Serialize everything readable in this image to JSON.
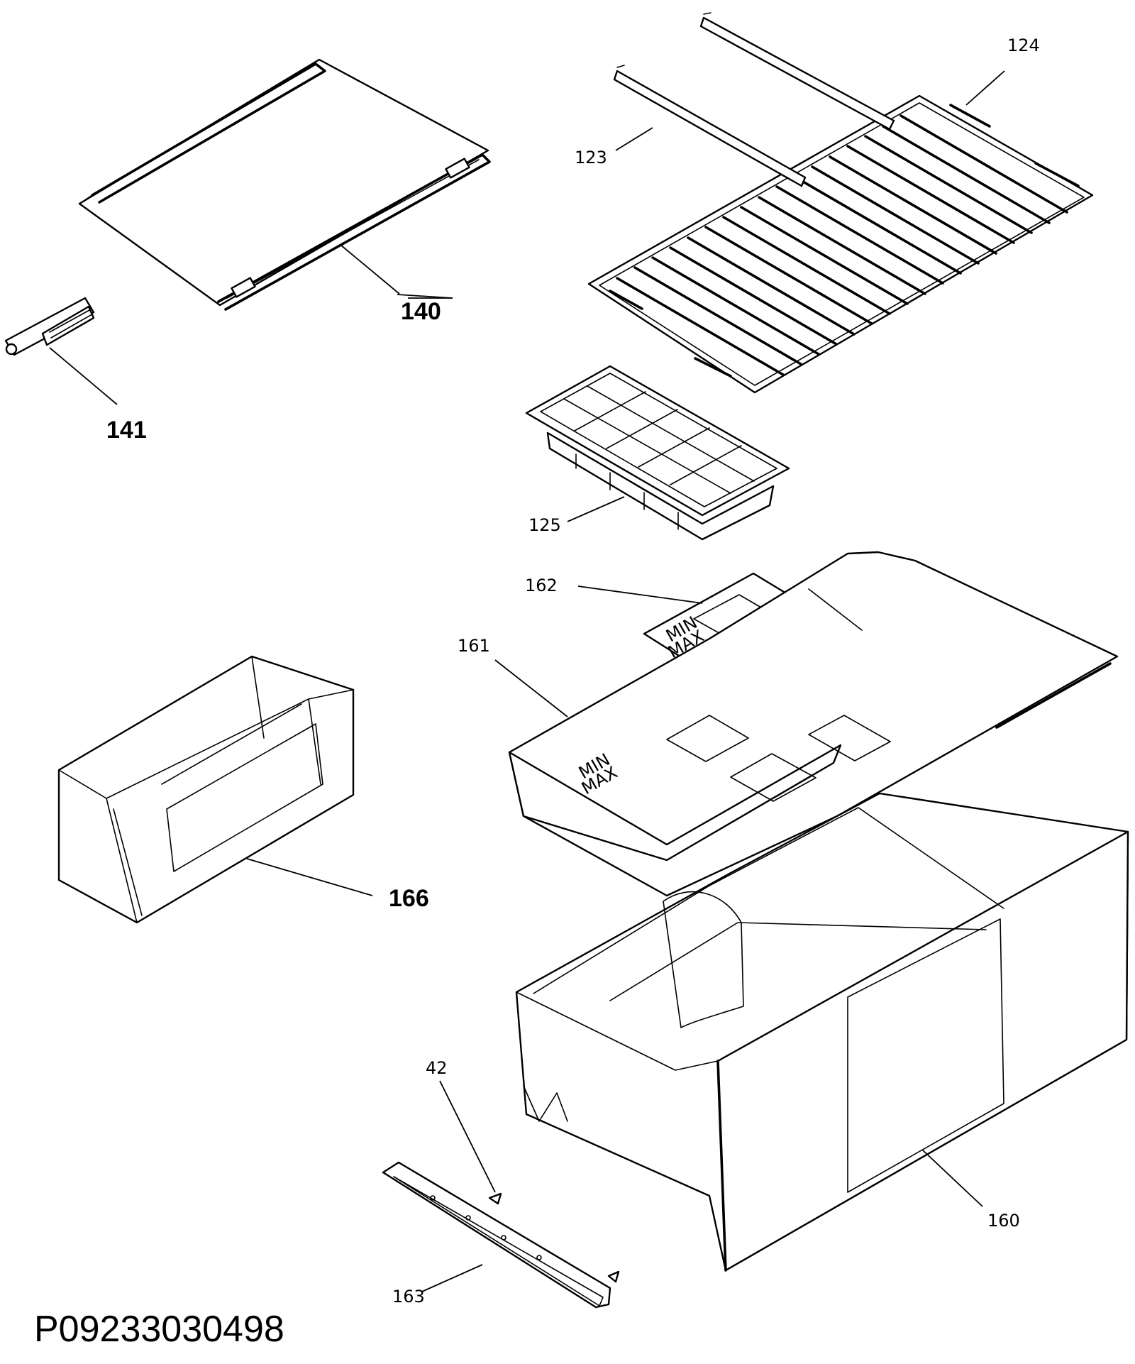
{
  "callouts": {
    "c140": "140",
    "c141": "141",
    "c123": "123",
    "c124": "124",
    "c125": "125",
    "c162": "162",
    "c161": "161",
    "c166": "166",
    "c42": "42",
    "c163": "163",
    "c160": "160"
  },
  "document_id": "P09233030498"
}
